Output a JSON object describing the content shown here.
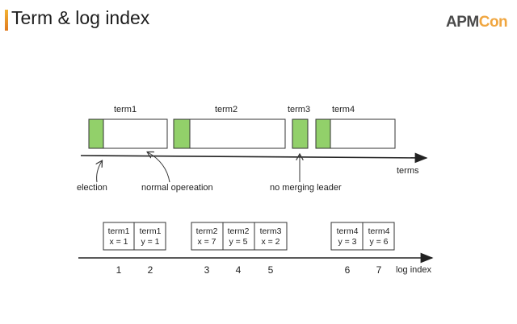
{
  "header": {
    "title": "Term & log index",
    "logo_part1": "APM",
    "logo_part2": "Con"
  },
  "timeline": {
    "terms": [
      "term1",
      "term2",
      "term3",
      "term4"
    ],
    "axis_label": "terms",
    "annotations": [
      "election",
      "normal opereation",
      "no merging leader"
    ]
  },
  "log": {
    "entries": [
      {
        "term": "term1",
        "cmd": "x = 1",
        "index": "1"
      },
      {
        "term": "term1",
        "cmd": "y = 1",
        "index": "2"
      },
      {
        "term": "term2",
        "cmd": "x = 7",
        "index": "3"
      },
      {
        "term": "term2",
        "cmd": "y = 5",
        "index": "4"
      },
      {
        "term": "term3",
        "cmd": "x = 2",
        "index": "5"
      },
      {
        "term": "term4",
        "cmd": "y = 3",
        "index": "6"
      },
      {
        "term": "term4",
        "cmd": "y = 6",
        "index": "7"
      }
    ],
    "axis_label": "log index"
  },
  "colors": {
    "election_green": "#92d06a",
    "title_accent": "#f0a640"
  }
}
